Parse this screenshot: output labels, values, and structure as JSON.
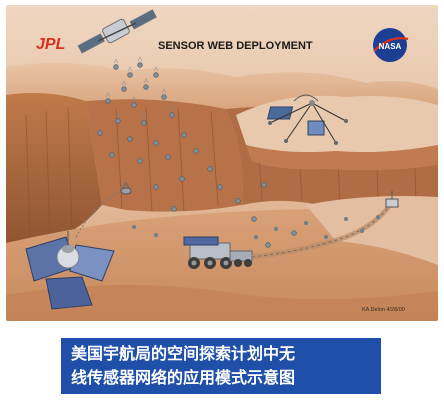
{
  "illustration": {
    "title": "SENSOR WEB DEPLOYMENT",
    "jpl_logo": "JPL",
    "nasa_logo": "NASA",
    "credit": "KA Delon 4/28/00"
  },
  "caption": {
    "line1": "美国宇航局的空间探索计划中无",
    "line2": "线传感器网络的应用模式示意图"
  },
  "colors": {
    "caption_background": "#1f4fa8",
    "jpl_red": "#d8301f",
    "nasa_blue": "#1c3f94",
    "terrain": "#c98b5c",
    "sky": "#e6c7ad"
  }
}
